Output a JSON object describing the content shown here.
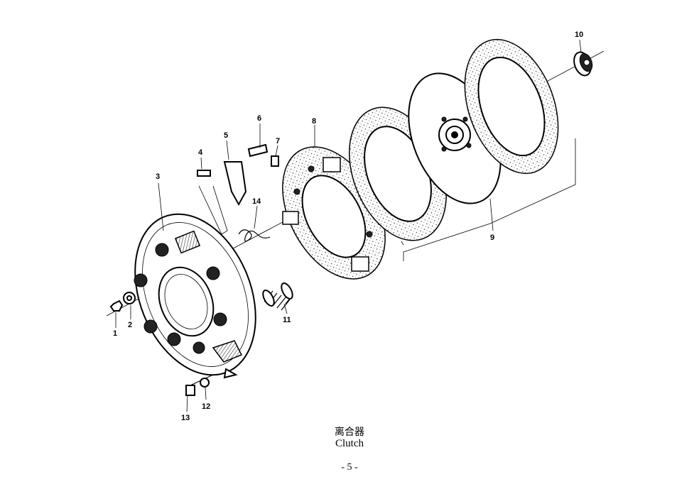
{
  "diagram": {
    "title_cn": "离合器",
    "title_en": "Clutch",
    "page_number": "- 5 -",
    "callouts": [
      "1",
      "2",
      "3",
      "4",
      "5",
      "6",
      "7",
      "8",
      "9",
      "10",
      "11",
      "12",
      "13",
      "14"
    ]
  }
}
